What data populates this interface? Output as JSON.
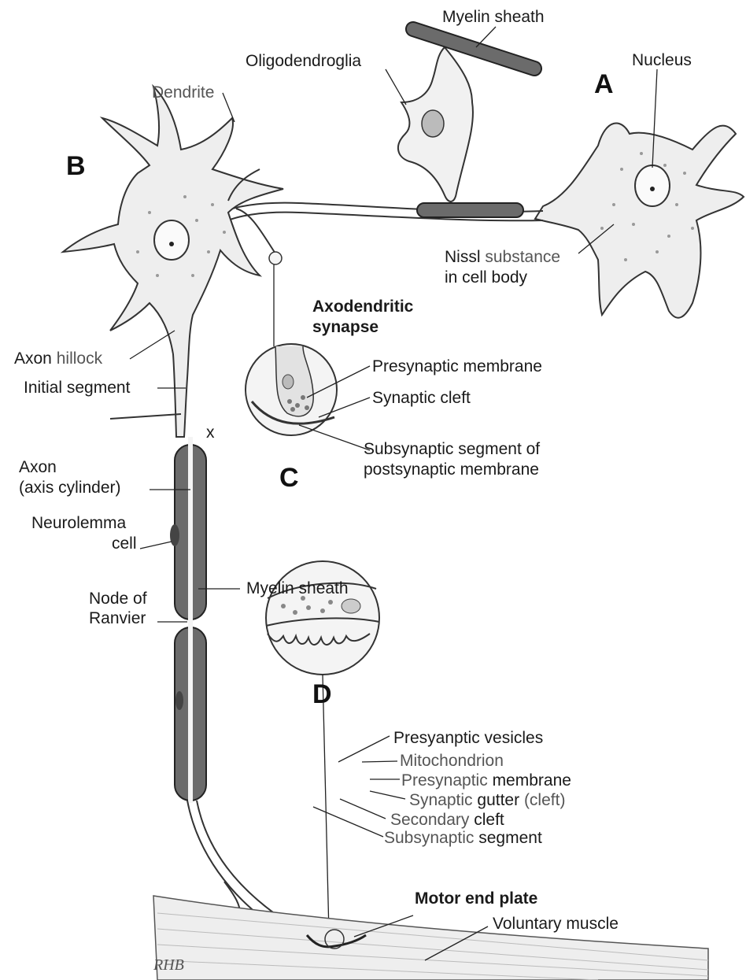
{
  "panels": {
    "a": "A",
    "b": "B",
    "c": "C",
    "d": "D"
  },
  "labels": {
    "myelin_sheath_top": "Myelin sheath",
    "oligodendroglia": "Oligodendroglia",
    "nucleus": "Nucleus",
    "dendrite": "Dendrite",
    "nissl_1": "Nissl",
    "nissl_1b": "substance",
    "nissl_2": "in cell body",
    "axodendritic_1": "Axodendritic",
    "axodendritic_2": "synapse",
    "axon_hillock_a": "Axon",
    "axon_hillock_b": "hillock",
    "initial_segment": "Initial segment",
    "presynaptic_membrane_c": "Presynaptic membrane",
    "synaptic_cleft": "Synaptic cleft",
    "x_mark": "x",
    "subsynaptic_1": "Subsynaptic segment of",
    "subsynaptic_2": "postsynaptic membrane",
    "axon_1": "Axon",
    "axon_2": "(axis cylinder)",
    "neurolemma_1": "Neurolemma",
    "neurolemma_2": "cell",
    "node_1": "Node of",
    "node_2": "Ranvier",
    "myelin_sheath_mid": "Myelin sheath",
    "presynaptic_vesicles": "Presyanptic vesicles",
    "mitochondrion": "Mitochondrion",
    "presynaptic_membrane_d_a": "Presynaptic",
    "presynaptic_membrane_d_b": "membrane",
    "synaptic_gutter_a": "Synaptic",
    "synaptic_gutter_b": "gutter",
    "synaptic_gutter_c": "(cleft)",
    "secondary_cleft_a": "Secondary",
    "secondary_cleft_b": "cleft",
    "subsynaptic_segment_a": "Subsynaptic",
    "subsynaptic_segment_b": "segment",
    "motor_end_plate": "Motor end plate",
    "voluntary_muscle": "Voluntary muscle"
  },
  "signature": "RHB"
}
